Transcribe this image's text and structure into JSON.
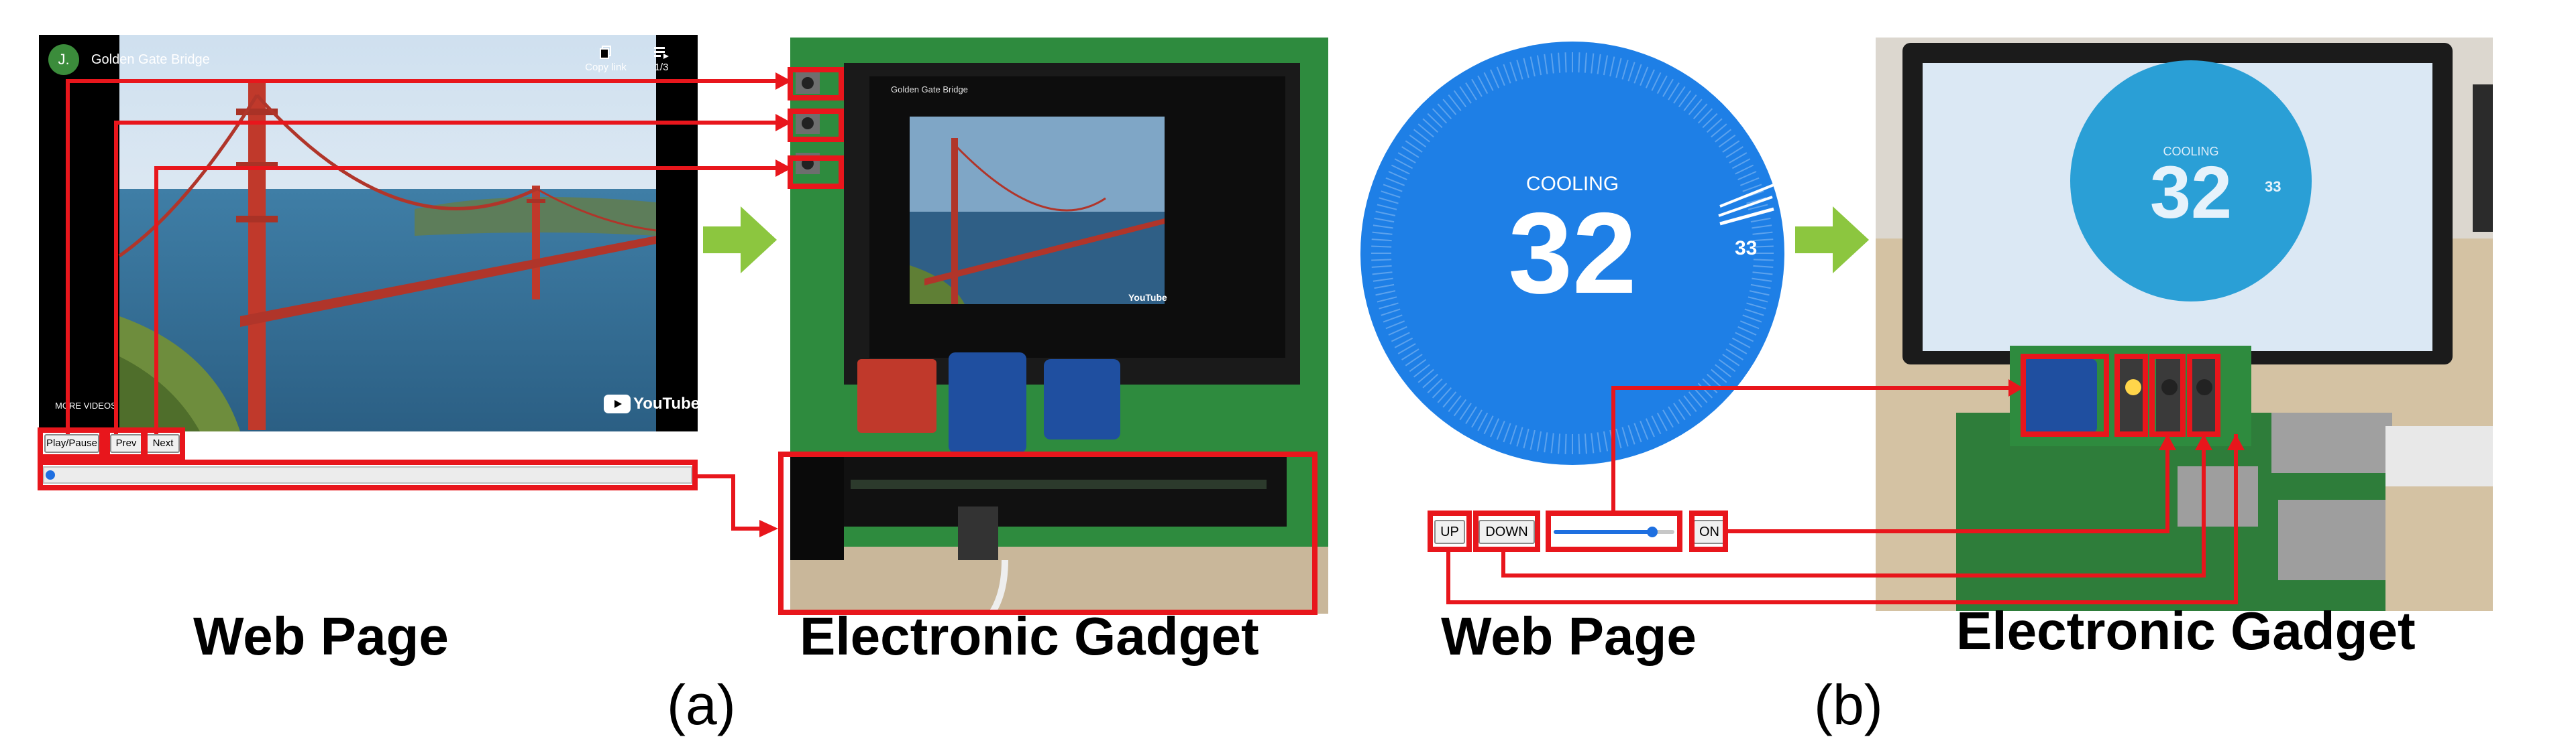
{
  "panel_a": {
    "video": {
      "channel_initial": "J.",
      "title": "Golden Gate Bridge",
      "copy_link": "Copy link",
      "playlist_count": "1/3",
      "more_videos": "MORE VIDEOS",
      "brand": "YouTube"
    },
    "controls": {
      "play_pause": "Play/Pause",
      "prev": "Prev",
      "next": "Next"
    },
    "slider_value": 0,
    "caption": "Web Page",
    "gadget_caption": "Electronic Gadget",
    "label": "(a)"
  },
  "panel_b": {
    "thermostat": {
      "mode": "COOLING",
      "current": "32",
      "target": "33"
    },
    "controls": {
      "up": "UP",
      "down": "DOWN",
      "on": "ON"
    },
    "slider_value": 0.85,
    "caption": "Web Page",
    "gadget_caption": "Electronic Gadget",
    "label": "(b)"
  },
  "colors": {
    "wire": "#e8161c",
    "arrow": "#8cc63f",
    "dial": "#1e7fe6",
    "board": "#2e8b3e"
  }
}
